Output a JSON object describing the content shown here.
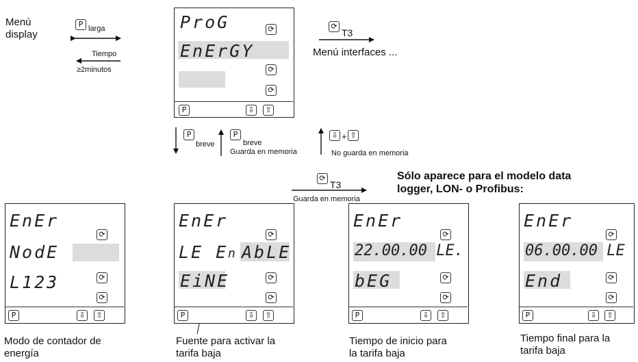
{
  "left_label": {
    "line1": "Menú",
    "line2": "display"
  },
  "nav": {
    "p_key": "P",
    "larga": "larga",
    "tiempo": "Tiempo",
    "dos_minutos": "≥2minutos"
  },
  "top_panel": {
    "line1": "ProG",
    "line2": "EnErGY",
    "p_key": "P"
  },
  "t3_top": {
    "label": "T3"
  },
  "menu_interfaces": "Menú interfaces ...",
  "mid": {
    "p1": "P",
    "breve1": "breve",
    "p2": "P",
    "breve2": "breve",
    "guarda1": "Guarda en memoria",
    "plus": "+",
    "no_guarda": "No guarda en memoria"
  },
  "t3_bottom": {
    "label": "T3",
    "guarda": "Guarda en memoria"
  },
  "note": {
    "line1": "Sólo aparece para el modelo data",
    "line2": "logger, LON- o Profibus:"
  },
  "panels": [
    {
      "l1": "EnEr",
      "l2": "NodE",
      "l3": "L123",
      "p": "P",
      "cap1": "Modo de contador de",
      "cap2": "energía"
    },
    {
      "l1": "EnEr",
      "l2a": "LE E",
      "l2b": "n",
      "l2c": "AbLE",
      "l3": "EiNE",
      "p": "P",
      "cap1": "Fuente para activar la",
      "cap2": "tarifa baja"
    },
    {
      "l1": "EnEr",
      "l2": "22.00.00 LE.",
      "l3": "bEG",
      "p": "P",
      "cap1": "Tiempo de inicio para",
      "cap2": "la tarifa baja"
    },
    {
      "l1": "EnEr",
      "l2": "06.00.00 LE",
      "l3": "End",
      "p": "P",
      "cap1": "Tiempo final para la",
      "cap2": "tarifa baja"
    }
  ]
}
